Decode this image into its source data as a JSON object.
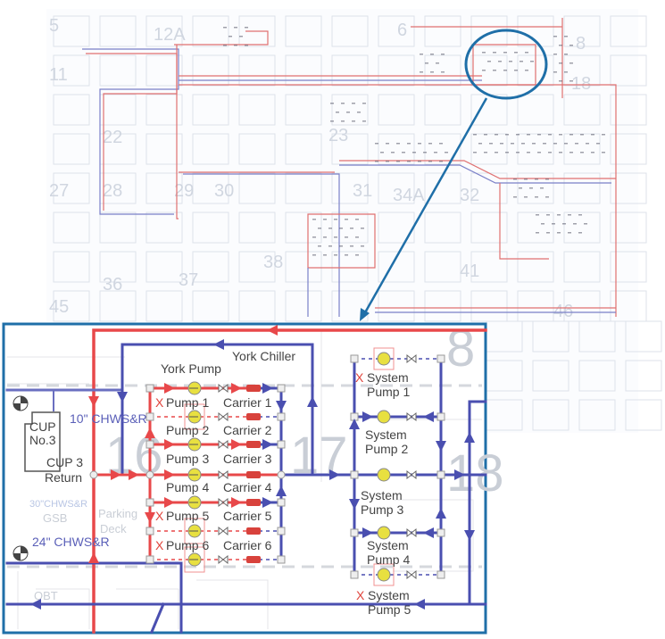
{
  "overview_map": {
    "building_numbers": [
      "5",
      "12A",
      "6",
      "8",
      "11",
      "18",
      "22",
      "23",
      "27",
      "28",
      "29",
      "30",
      "31",
      "34A",
      "32",
      "38",
      "36",
      "37",
      "41",
      "46",
      "45"
    ]
  },
  "inset": {
    "york_pump_label": "York Pump",
    "york_chiller_label": "York Chiller",
    "pumps": [
      "Pump 1",
      "Pump 2",
      "Pump 3",
      "Pump 4",
      "Pump 5",
      "Pump 6"
    ],
    "carriers": [
      "Carrier 1",
      "Carrier 2",
      "Carrier 3",
      "Carrier 4",
      "Carrier 5",
      "Carrier 6"
    ],
    "system_pumps": [
      {
        "line1": "System",
        "line2": "Pump 1"
      },
      {
        "line1": "System",
        "line2": "Pump 2"
      },
      {
        "line1": "System",
        "line2": "Pump 3"
      },
      {
        "line1": "System",
        "line2": "Pump 4"
      },
      {
        "line1": "System",
        "line2": "Pump 5"
      }
    ],
    "offline_marker": "X",
    "cup_building": {
      "line1": "CUP",
      "line2": "No.3"
    },
    "cup_return": {
      "line1": "CUP 3",
      "line2": "Return"
    },
    "pipe_10": "10\" CHWS&R",
    "pipe_24": "24\" CHWS&R",
    "pipe_30": "30\"CHWS&R",
    "gsb": "GSB",
    "parking": "Parking",
    "deck": "Deck",
    "qbt": "QBT",
    "bg_numbers": [
      "16",
      "17",
      "8",
      "18"
    ]
  },
  "colors": {
    "supply": "#e8484a",
    "return": "#4a4fb0",
    "accent": "#1f6fa8",
    "pump": "#e8e040"
  }
}
